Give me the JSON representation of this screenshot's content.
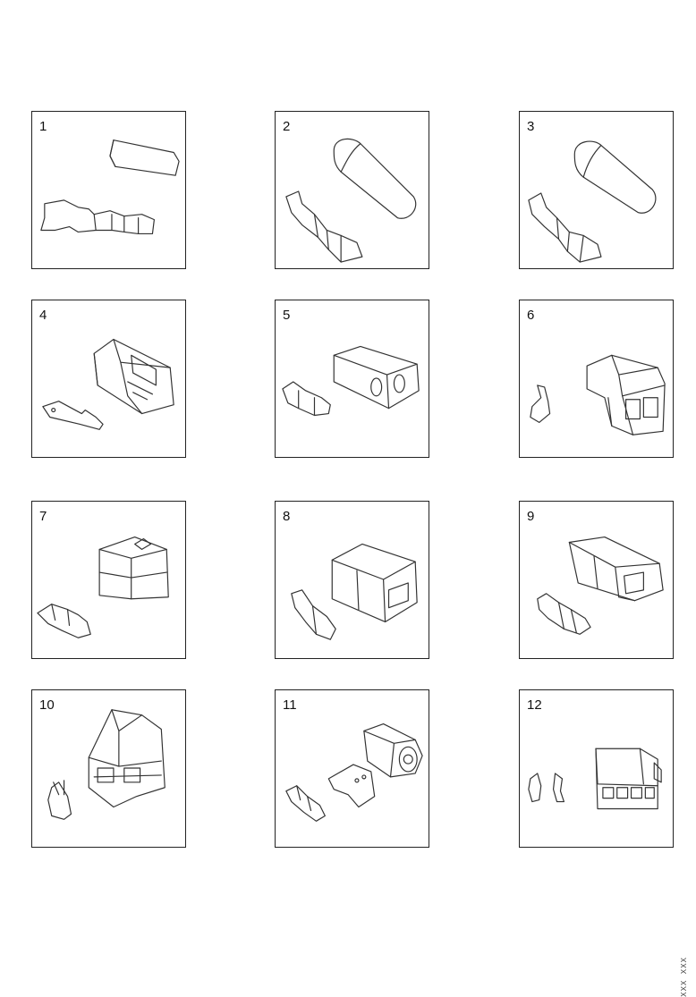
{
  "panels": [
    {
      "id": "1",
      "label": "1",
      "parts": [
        "tube-insulator",
        "crimp-terminal"
      ]
    },
    {
      "id": "2",
      "label": "2",
      "parts": [
        "insulating-sleeve",
        "flat-female-terminal"
      ]
    },
    {
      "id": "3",
      "label": "3",
      "parts": [
        "insulating-sleeve",
        "flat-female-terminal"
      ]
    },
    {
      "id": "4",
      "label": "4",
      "parts": [
        "connector-housing",
        "flat-male-terminal"
      ]
    },
    {
      "id": "5",
      "label": "5",
      "parts": [
        "two-pin-housing",
        "female-terminal"
      ]
    },
    {
      "id": "6",
      "label": "6",
      "parts": [
        "multi-pin-housing",
        "female-terminal"
      ]
    },
    {
      "id": "7",
      "label": "7",
      "parts": [
        "stacked-housing",
        "female-terminal"
      ]
    },
    {
      "id": "8",
      "label": "8",
      "parts": [
        "two-cavity-housing",
        "female-terminal"
      ]
    },
    {
      "id": "9",
      "label": "9",
      "parts": [
        "angled-housing",
        "female-terminal"
      ]
    },
    {
      "id": "10",
      "label": "10",
      "parts": [
        "multi-way-housing",
        "female-terminal"
      ]
    },
    {
      "id": "11",
      "label": "11",
      "parts": [
        "sealed-housing",
        "male-terminal",
        "female-terminal"
      ]
    },
    {
      "id": "12",
      "label": "12",
      "parts": [
        "multi-row-housing",
        "terminals"
      ]
    }
  ],
  "footer": {
    "code": "XXX XXX"
  }
}
